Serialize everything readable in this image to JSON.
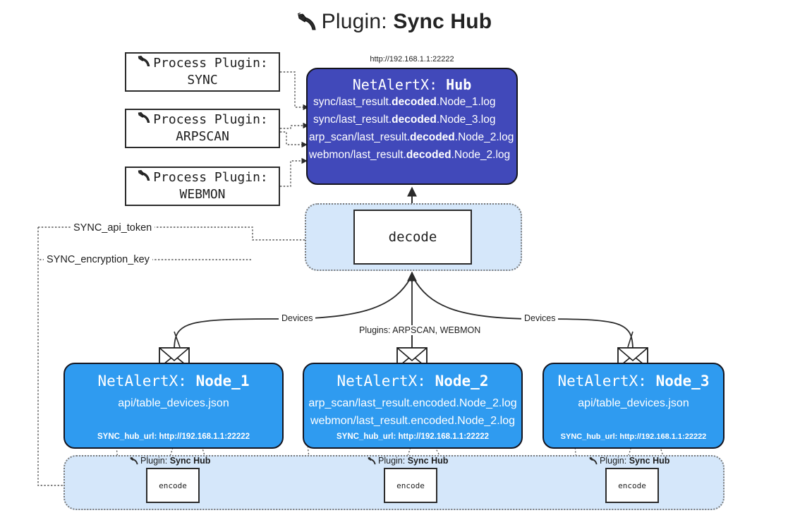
{
  "title": {
    "icon": "plug-icon",
    "label": "Plugin:",
    "value": "Sync Hub"
  },
  "hub": {
    "url": "http://192.168.1.1:22222",
    "app": "NetAlertX:",
    "name": "Hub",
    "logs": [
      {
        "pre": "sync/last_result.",
        "mid": "decoded",
        "post": ".Node_1.log"
      },
      {
        "pre": "sync/last_result.",
        "mid": "decoded",
        "post": ".Node_3.log"
      },
      {
        "pre": "arp_scan/last_result.",
        "mid": "decoded",
        "post": ".Node_2.log"
      },
      {
        "pre": "webmon/last_result.",
        "mid": "decoded",
        "post": ".Node_2.log"
      }
    ]
  },
  "process_plugins": [
    {
      "icon": "plug-icon",
      "label": "Process Plugin:",
      "name": "SYNC"
    },
    {
      "icon": "plug-icon",
      "label": "Process Plugin:",
      "name": "ARPSCAN"
    },
    {
      "icon": "plug-icon",
      "label": "Process Plugin:",
      "name": "WEBMON"
    }
  ],
  "tokens": [
    {
      "label": "SYNC_api_token"
    },
    {
      "label": "SYNC_encryption_key"
    }
  ],
  "decode": {
    "label": "decode"
  },
  "edge_labels": {
    "devices_left": "Devices",
    "plugins_center": "Plugins: ARPSCAN, WEBMON",
    "devices_right": "Devices"
  },
  "nodes": [
    {
      "app": "NetAlertX:",
      "name": "Node_1",
      "lines": [
        "api/table_devices.json"
      ],
      "footer": "SYNC_hub_url: http://192.168.1.1:22222",
      "envelope_icon": "envelope-icon"
    },
    {
      "app": "NetAlertX:",
      "name": "Node_2",
      "lines": [
        "arp_scan/last_result.encoded.Node_2.log",
        "webmon/last_result.encoded.Node_2.log"
      ],
      "footer": "SYNC_hub_url: http://192.168.1.1:22222",
      "envelope_icon": "envelope-icon"
    },
    {
      "app": "NetAlertX:",
      "name": "Node_3",
      "lines": [
        "api/table_devices.json"
      ],
      "footer": "SYNC_hub_url: http://192.168.1.1:22222",
      "envelope_icon": "envelope-icon"
    }
  ],
  "encoders": [
    {
      "icon": "plug-icon",
      "caption_label": "Plugin:",
      "caption_value": "Sync Hub",
      "box_label": "encode"
    },
    {
      "icon": "plug-icon",
      "caption_label": "Plugin:",
      "caption_value": "Sync Hub",
      "box_label": "encode"
    },
    {
      "icon": "plug-icon",
      "caption_label": "Plugin:",
      "caption_value": "Sync Hub",
      "box_label": "encode"
    }
  ],
  "colors": {
    "hub_fill": "#4149ba",
    "node_fill": "#2f9bf0",
    "region_fill": "#d5e7fa",
    "stroke": "#14141e",
    "background": "#ffffff"
  }
}
